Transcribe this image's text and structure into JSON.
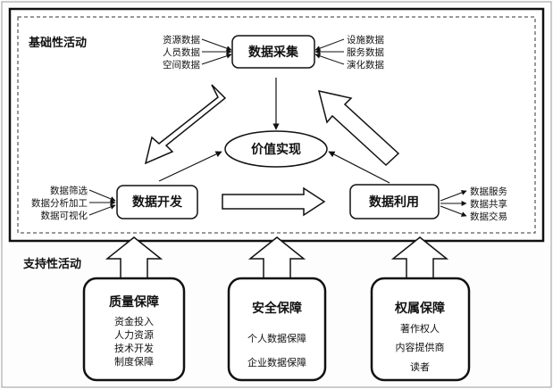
{
  "sections": {
    "basic": "基础性活动",
    "support": "支持性活动"
  },
  "nodes": {
    "collect": "数据采集",
    "develop": "数据开发",
    "use": "数据利用",
    "value": "价值实现"
  },
  "collect_inputs_left": [
    "资源数据",
    "人员数据",
    "空间数据"
  ],
  "collect_inputs_right": [
    "设施数据",
    "服务数据",
    "演化数据"
  ],
  "develop_inputs": [
    "数据筛选",
    "数据分析加工",
    "数据可视化"
  ],
  "use_outputs": [
    "数据服务",
    "数据共享",
    "数据交易"
  ],
  "support_boxes": [
    {
      "title": "质量保障",
      "items": [
        "资金投入",
        "人力资源",
        "技术开发",
        "制度保障"
      ]
    },
    {
      "title": "安全保障",
      "items": [
        "个人数据保障",
        "企业数据保障"
      ]
    },
    {
      "title": "权属保障",
      "items": [
        "著作权人",
        "内容提供商",
        "读者"
      ]
    }
  ]
}
